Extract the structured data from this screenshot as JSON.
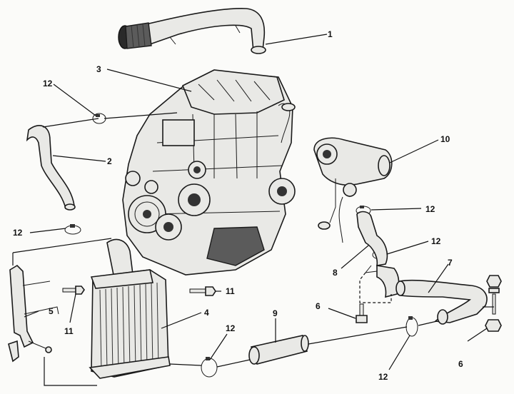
{
  "callouts": {
    "c1": "1",
    "c2": "2",
    "c3": "3",
    "c4": "4",
    "c5": "5",
    "c6a": "6",
    "c6b": "6",
    "c7": "7",
    "c8": "8",
    "c9": "9",
    "c10": "10",
    "c11a": "11",
    "c11b": "11",
    "c12a": "12",
    "c12b": "12",
    "c12c": "12",
    "c12d": "12",
    "c12e": "12",
    "c12f": "12"
  }
}
